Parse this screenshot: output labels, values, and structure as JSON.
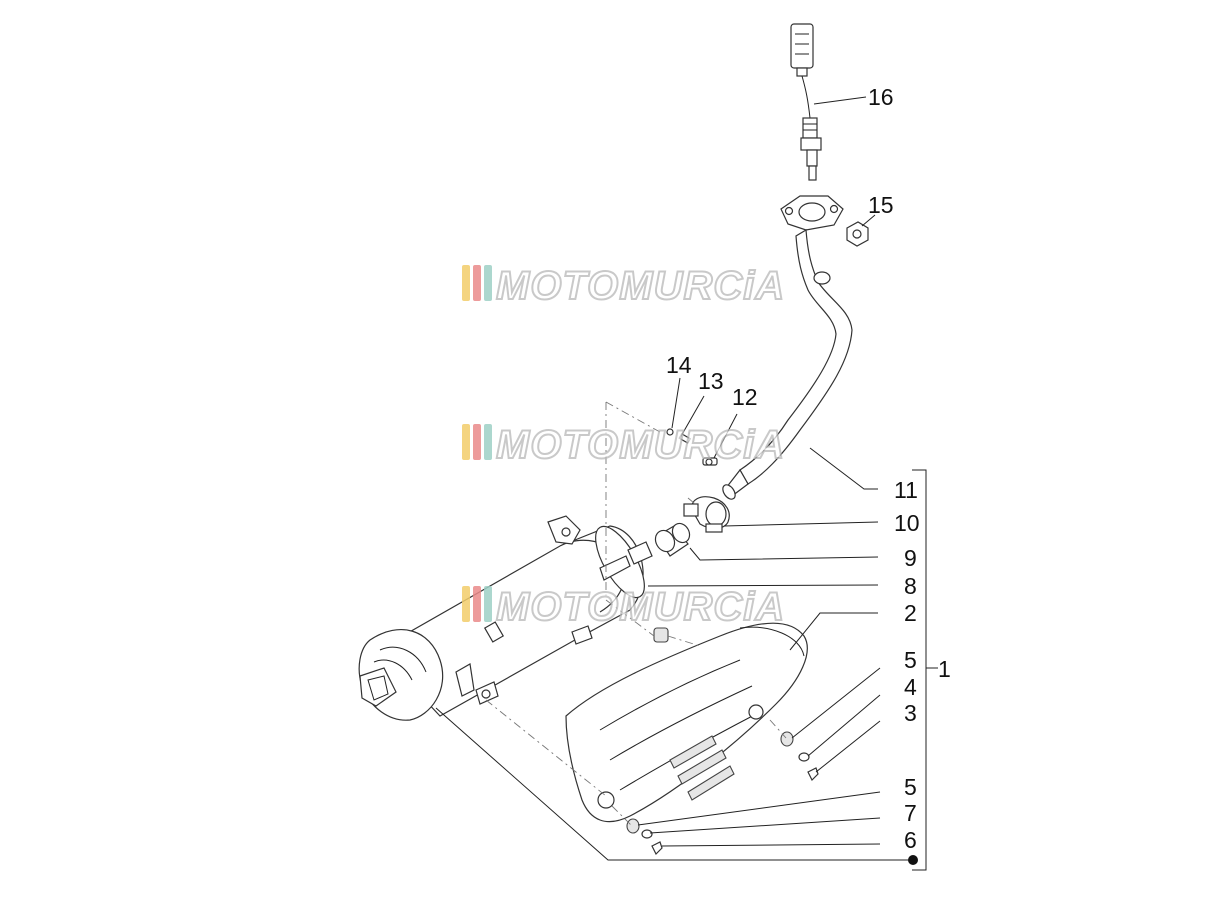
{
  "watermark": {
    "text": "MOTOMURCiA",
    "stripe_colors": [
      "#f2cd6a",
      "#ea8a8a",
      "#9ed0c6"
    ]
  },
  "callouts": [
    "1",
    "2",
    "3",
    "4",
    "5",
    "5",
    "6",
    "7",
    "8",
    "9",
    "10",
    "11",
    "12",
    "13",
    "14",
    "15",
    "16"
  ]
}
